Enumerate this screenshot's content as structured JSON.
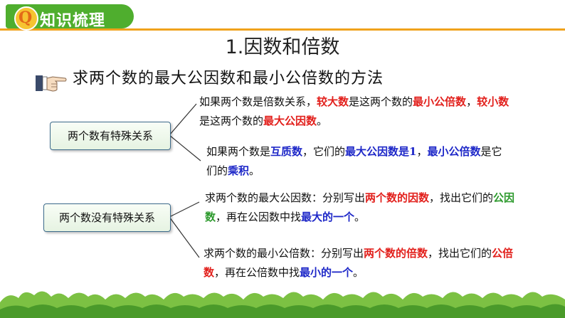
{
  "header": {
    "tag": "知识梳理",
    "logo_letter": "Q"
  },
  "title": "1.因数和倍数",
  "subtitle": "求两个数的最大公因数和最小公倍数的方法",
  "cases": [
    {
      "label": "两个数有特殊关系",
      "items": [
        [
          {
            "t": "如果两个数是倍数关系，"
          },
          {
            "t": "较大数",
            "c": "red"
          },
          {
            "t": "是这两个数的"
          },
          {
            "t": "最小公倍数",
            "c": "red"
          },
          {
            "t": "，"
          },
          {
            "t": "较小数",
            "c": "red"
          },
          {
            "t": "是这两个数的"
          },
          {
            "t": "最大公因数",
            "c": "red"
          },
          {
            "t": "。"
          }
        ],
        [
          {
            "t": "如果两个数是"
          },
          {
            "t": "互质数",
            "c": "blue"
          },
          {
            "t": "，它们的"
          },
          {
            "t": "最大公因数是1",
            "c": "blue"
          },
          {
            "t": "，"
          },
          {
            "t": "最小公倍数",
            "c": "blue"
          },
          {
            "t": "是它们的"
          },
          {
            "t": "乘积",
            "c": "blue"
          },
          {
            "t": "。"
          }
        ]
      ]
    },
    {
      "label": "两个数没有特殊关系",
      "items": [
        [
          {
            "t": "求两个数的最大公因数：分别写出"
          },
          {
            "t": "两个数的因数",
            "c": "red"
          },
          {
            "t": "，找出它们的"
          },
          {
            "t": "公因数",
            "c": "green"
          },
          {
            "t": "，再在公因数中找"
          },
          {
            "t": "最大的一个",
            "c": "blue"
          },
          {
            "t": "。"
          }
        ],
        [
          {
            "t": "求两个数的最小公倍数：分别写出"
          },
          {
            "t": "两个数的倍数",
            "c": "red"
          },
          {
            "t": "，找出它们的"
          },
          {
            "t": "公倍数",
            "c": "red"
          },
          {
            "t": "，再在公倍数中找"
          },
          {
            "t": "最小的一个",
            "c": "blue"
          },
          {
            "t": "。"
          }
        ]
      ]
    }
  ],
  "colors": {
    "accent_green": "#4fae2e",
    "accent_orange": "#f0a21c",
    "red": "#e2201c",
    "blue": "#1e28c8",
    "green": "#2d9a2d"
  },
  "icons": [
    "pointing-hand-icon",
    "grass-decoration"
  ]
}
